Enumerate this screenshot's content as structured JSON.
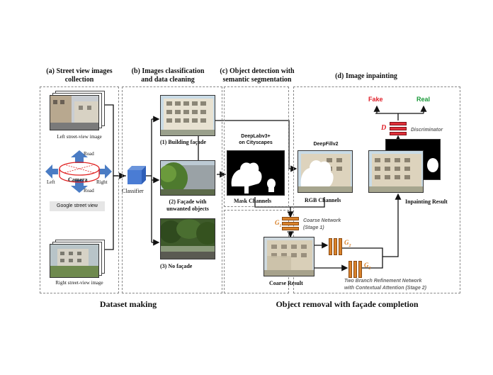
{
  "sections": {
    "a_title": "(a) Street view images",
    "a_title2": "collection",
    "b_title": "(b) Images classification",
    "b_title2": "and data cleaning",
    "c_title": "(c) Object detection with",
    "c_title2": "semantic segmentation",
    "d_title": "(d) Image inpainting"
  },
  "collection": {
    "left_image_label": "Left street-view image",
    "right_image_label": "Right street-view image",
    "camera_label": "Camera",
    "left": "Left",
    "right": "Right",
    "road_top": "Road",
    "road_bottom": "Road",
    "google_label": "Google street view"
  },
  "classification": {
    "classifier_label": "Classifier",
    "class1": "(1) Building façade",
    "class2a": "(2) Façade with",
    "class2b": "unwanted objects",
    "class3": "(3) No façade"
  },
  "segmentation": {
    "model_label1": "DeepLabv3+",
    "model_label2": "on Cityscapes",
    "mask_label": "Mask Channels"
  },
  "inpainting": {
    "deepfill_label": "DeepFillv2",
    "rgb_label": "RGB Channels",
    "g1": "G",
    "g1_sub": "1",
    "coarse_network": "Coarse Network",
    "stage1": "(Stage 1)",
    "coarse_result": "Coarse Result",
    "g2": "G",
    "g2_sub": "2",
    "two_branch": "Two Branch Refinement Network",
    "contextual": "with Contextual Attention (Stage 2)",
    "d_label": "D",
    "discriminator": "Discriminator",
    "fake": "Fake",
    "real": "Real",
    "inpainting_result": "Inpainting Result"
  },
  "footer": {
    "dataset_making": "Dataset making",
    "object_removal": "Object removal with façade completion"
  },
  "colors": {
    "fake": "#e0202a",
    "real": "#1a9a3a",
    "generator": "#d9822b",
    "discriminator": "#e0303a",
    "arrow_blue": "#4a7cc4",
    "camera_red": "#e02020"
  }
}
